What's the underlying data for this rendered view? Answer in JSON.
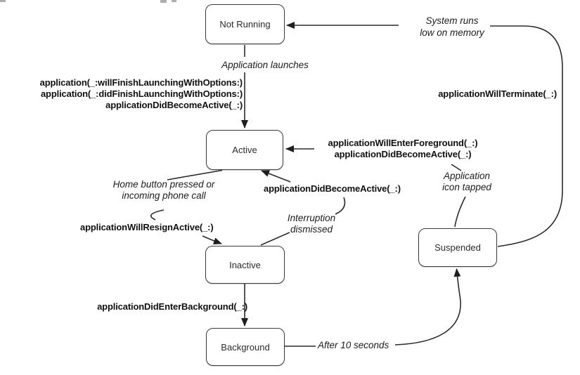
{
  "diagram": {
    "states": {
      "not_running": "Not Running",
      "active": "Active",
      "inactive": "Inactive",
      "background": "Background",
      "suspended": "Suspended"
    },
    "callbacks": {
      "launch": [
        "application(_:willFinishLaunchingWithOptions:)",
        "application(_:didFinishLaunchingWithOptions:)",
        "applicationDidBecomeActive(_:)"
      ],
      "terminate": "applicationWillTerminate(_:)",
      "foreground": [
        "applicationWillEnterForeground(_:)",
        "applicationDidBecomeActive(_:)"
      ],
      "interruption_end": "applicationDidBecomeActive(_:)",
      "resign_active": "applicationWillResignActive(_:)",
      "enter_background": "applicationDidEnterBackground(_:)"
    },
    "annotations": {
      "application_launches": "Application launches",
      "system_low_memory": "System runs\nlow on memory",
      "application_icon_tapped": "Application\nicon tapped",
      "home_button": "Home button pressed or\nincoming phone call",
      "interruption_dismissed": "Interruption\ndismissed",
      "after_10_seconds": "After 10 seconds"
    },
    "colors": {
      "line": "#2b2b2b",
      "text": "#101010",
      "box_border": "#3c3c3c",
      "box_fill": "#ffffff",
      "page_background": "#ffffff"
    }
  }
}
